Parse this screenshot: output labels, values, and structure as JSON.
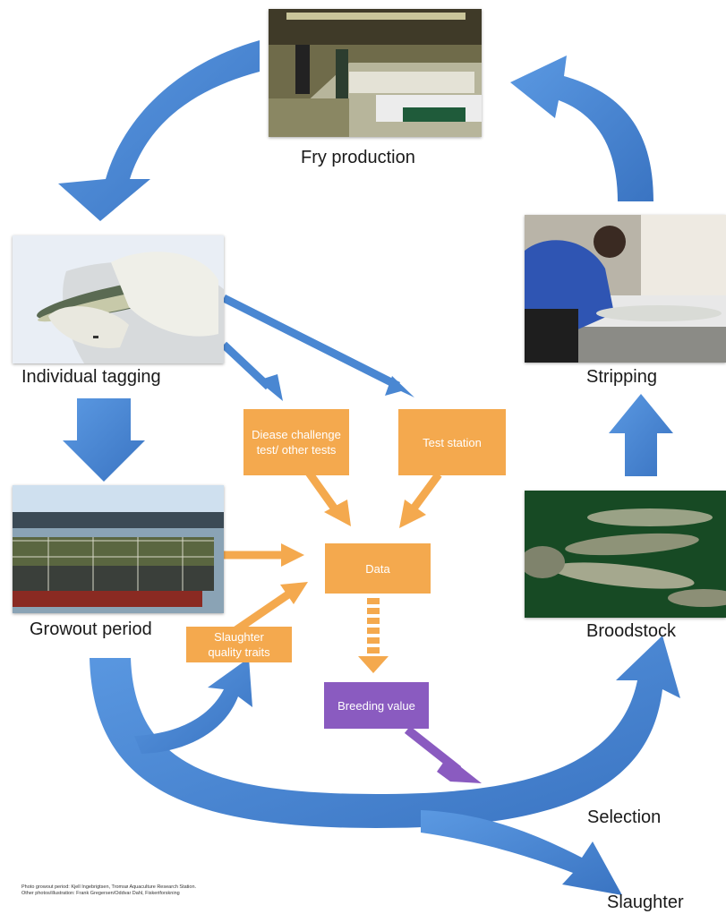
{
  "stages": {
    "fry_production": "Fry production",
    "individual_tagging": "Individual tagging",
    "growout_period": "Growout period",
    "stripping": "Stripping",
    "broodstock": "Broodstock",
    "selection": "Selection",
    "slaughter": "Slaughter"
  },
  "boxes": {
    "disease_test": "Diease challenge test/ other tests",
    "test_station": "Test station",
    "data": "Data",
    "slaughter_traits": "Slaughter quality traits",
    "breeding_value": "Breeding value"
  },
  "credits": {
    "line1": "Photo growout period: Kjell Ingebrigtsen, Tromsø Aquaculture Research Station.",
    "line2": "Other photos/illustration: Frank Gregersen/Oddvar Dahl, Fiskeriforskning"
  },
  "colors": {
    "blue_arrow": "#4a87d2",
    "orange": "#f4a94e",
    "purple": "#8a5bc0"
  }
}
